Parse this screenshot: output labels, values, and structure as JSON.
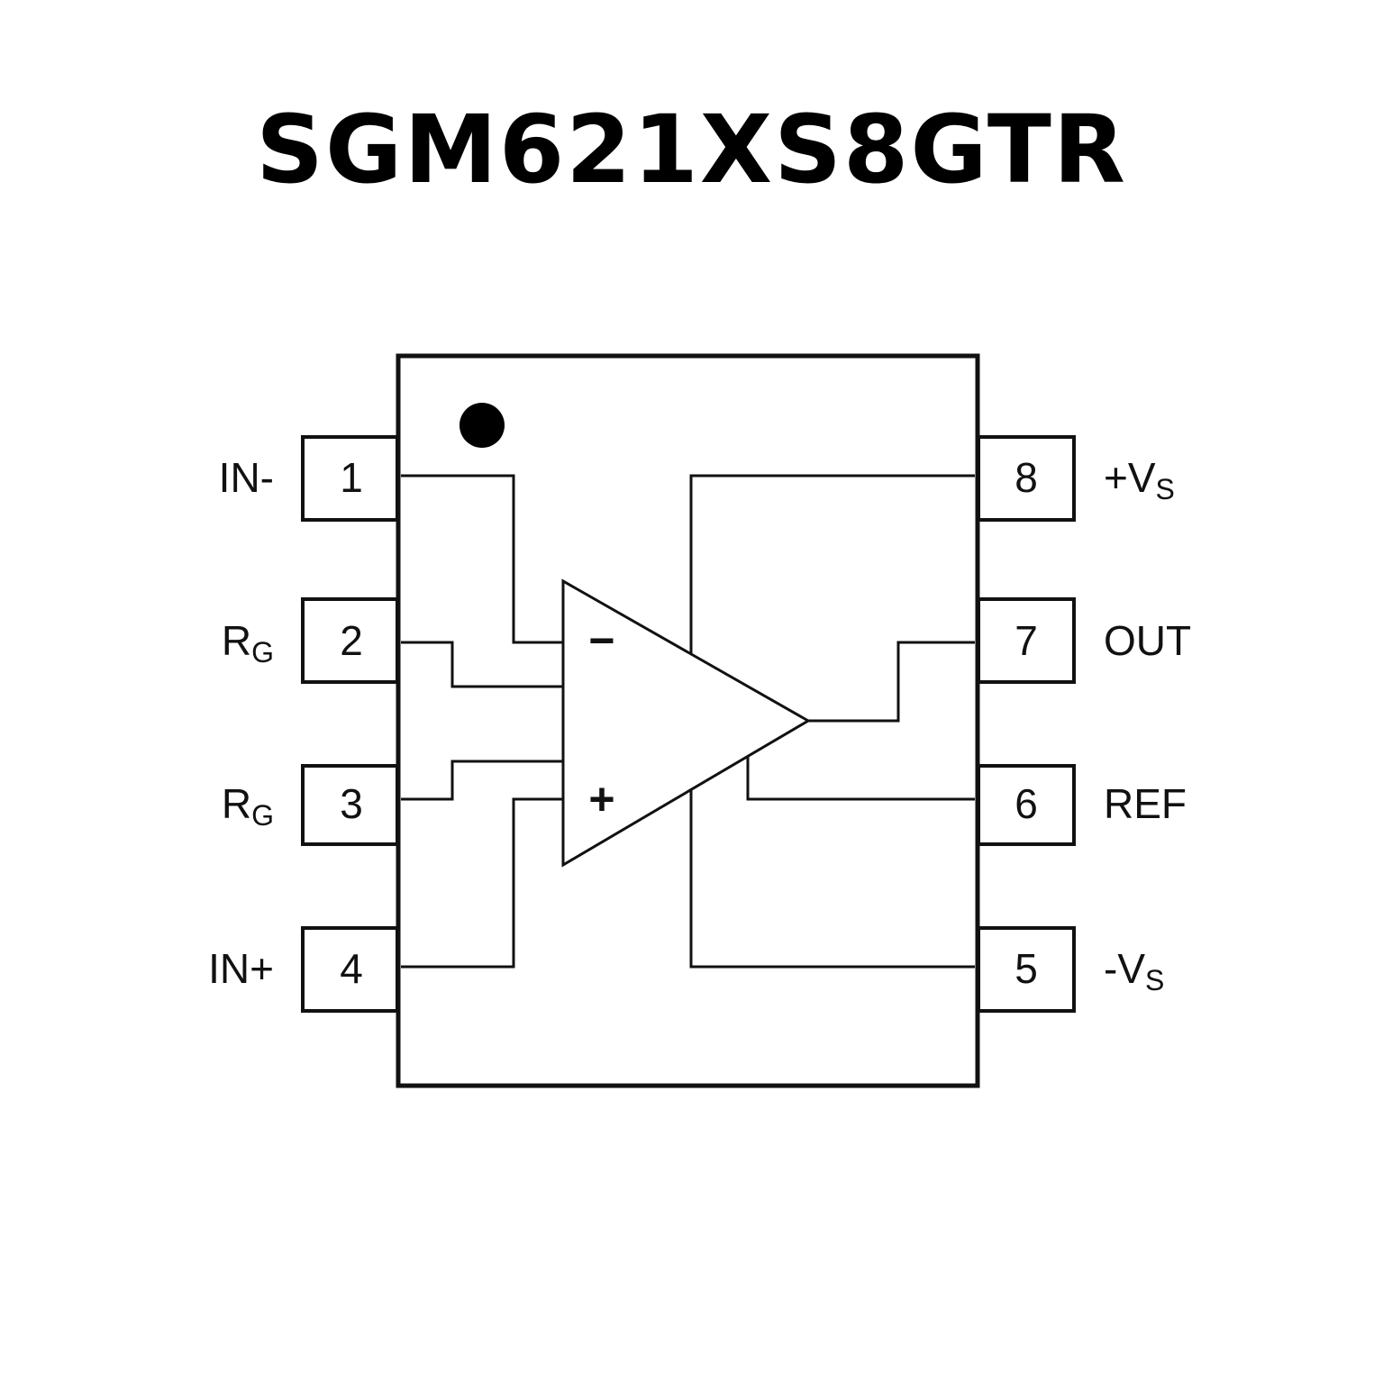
{
  "title": "SGM621XS8GTR",
  "pins": {
    "left": [
      {
        "number": "1",
        "name": "IN-",
        "sub": ""
      },
      {
        "number": "2",
        "name": "R",
        "sub": "G"
      },
      {
        "number": "3",
        "name": "R",
        "sub": "G"
      },
      {
        "number": "4",
        "name": "IN+",
        "sub": ""
      }
    ],
    "right": [
      {
        "number": "8",
        "name": "+V",
        "sub": "S"
      },
      {
        "number": "7",
        "name": "OUT",
        "sub": ""
      },
      {
        "number": "6",
        "name": "REF",
        "sub": ""
      },
      {
        "number": "5",
        "name": "-V",
        "sub": "S"
      }
    ]
  },
  "opamp": {
    "minus": "−",
    "plus": "+"
  }
}
